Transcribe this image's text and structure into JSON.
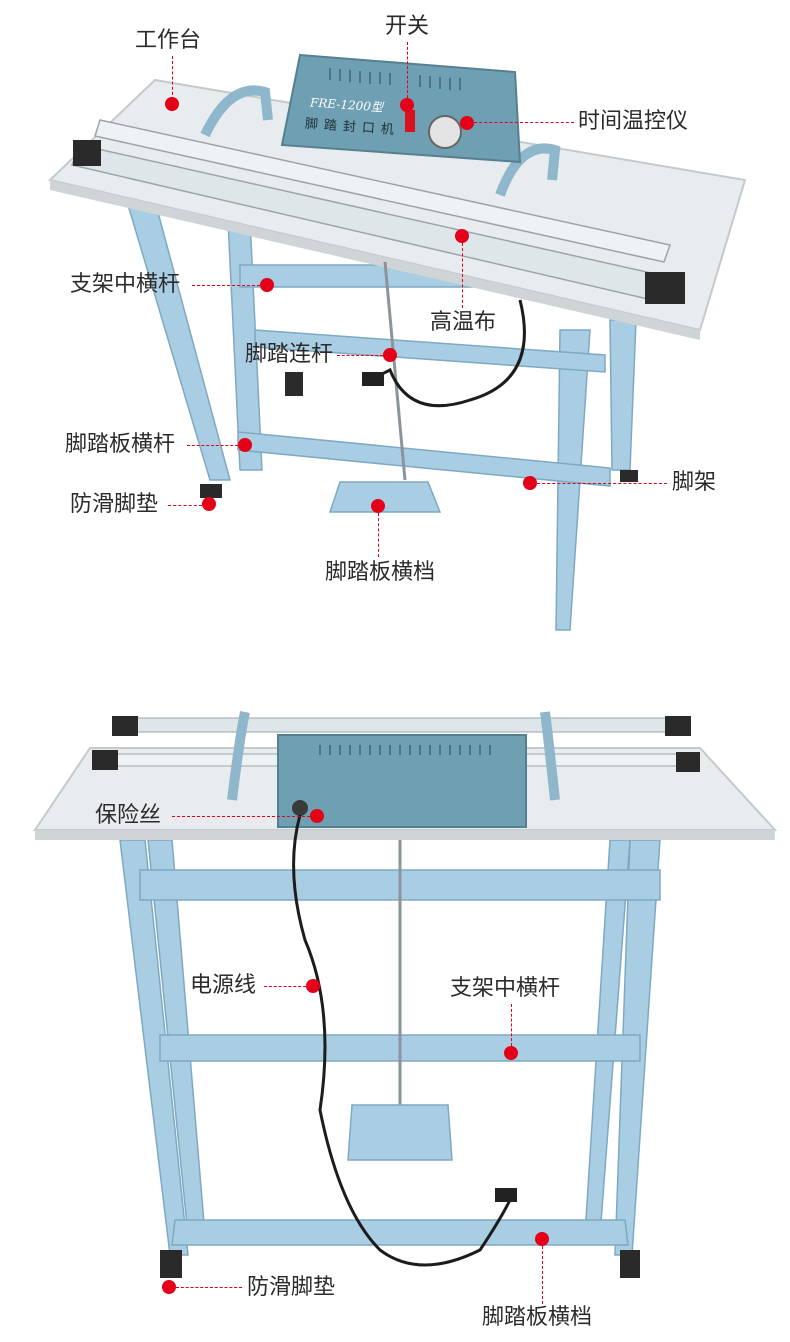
{
  "colors": {
    "accent_dot": "#e5001a",
    "frame_blue": "#a9cde3",
    "machine_box": "#6f9fb3",
    "table_top": "#e9ecee"
  },
  "top": {
    "machine_model": "FRE-1200型",
    "machine_name": "脚踏封口机",
    "labels": {
      "worktable": "工作台",
      "switch": "开关",
      "timer": "时间温控仪",
      "crossbar": "支架中横杆",
      "cloth": "高温布",
      "pedal_rod": "脚踏连杆",
      "pedal_crossbar": "脚踏板横杆",
      "antislip": "防滑脚垫",
      "stand": "脚架",
      "pedal_board": "脚踏板横档"
    }
  },
  "bottom": {
    "labels": {
      "fuse": "保险丝",
      "cable": "电源线",
      "crossbar": "支架中横杆",
      "antislip": "防滑脚垫",
      "pedal_board": "脚踏板横档"
    }
  }
}
